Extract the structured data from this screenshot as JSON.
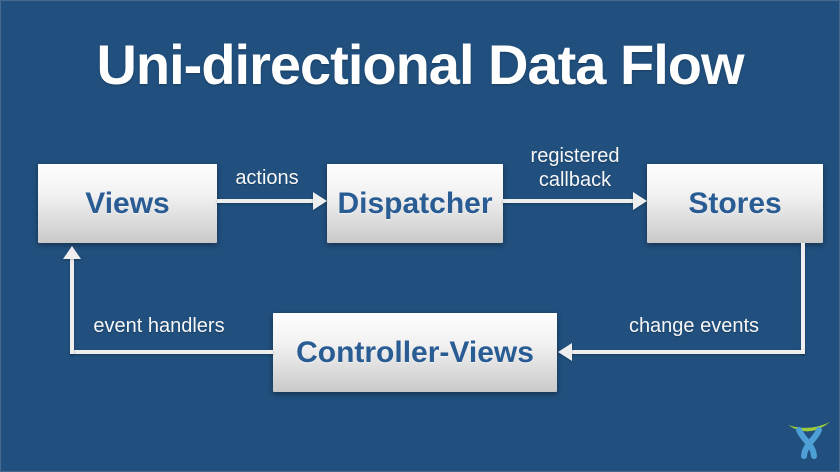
{
  "slide": {
    "title": "Uni-directional Data Flow",
    "background_color": "#21507E",
    "title_color": "#FFFFFF",
    "node_text_color": "#2A5C94",
    "arrow_color": "#EEEEEE"
  },
  "nodes": [
    {
      "id": "views",
      "label": "Views"
    },
    {
      "id": "dispatcher",
      "label": "Dispatcher"
    },
    {
      "id": "stores",
      "label": "Stores"
    },
    {
      "id": "controller-views",
      "label": "Controller-Views"
    }
  ],
  "edges": [
    {
      "from": "views",
      "to": "dispatcher",
      "label": "actions"
    },
    {
      "from": "dispatcher",
      "to": "stores",
      "label": "registered callback"
    },
    {
      "from": "stores",
      "to": "controller-views",
      "label": "change events"
    },
    {
      "from": "controller-views",
      "to": "views",
      "label": "event handlers"
    }
  ],
  "logo": {
    "name": "atlassian-logo",
    "arc_color": "#9BCA3B",
    "figure_color": "#4E9FD6"
  }
}
